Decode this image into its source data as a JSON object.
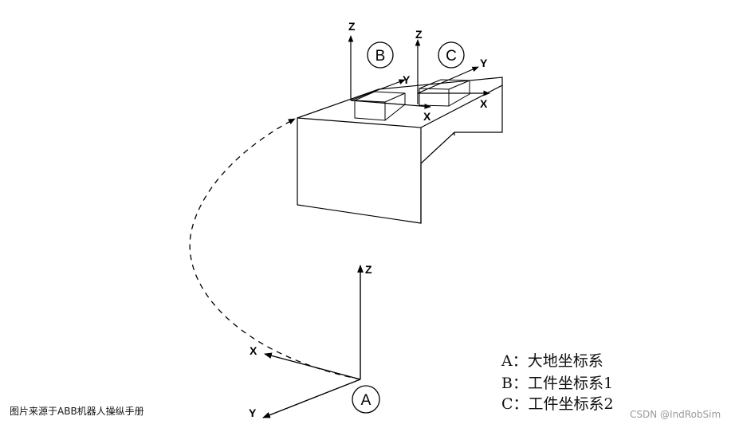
{
  "axes": {
    "world": {
      "x": "X",
      "y": "Y",
      "z": "Z",
      "origin": "A"
    },
    "workobject1": {
      "x": "X",
      "y": "Y",
      "z": "Z",
      "origin": "B"
    },
    "workobject2": {
      "x": "X",
      "y": "Y",
      "z": "Z",
      "origin": "C"
    }
  },
  "legend": [
    "A：大地坐标系",
    "B：工件坐标系1",
    "C：工件坐标系2"
  ],
  "caption": "图片来源于ABB机器人操纵手册",
  "watermark": "CSDN @IndRobSim",
  "colors": {
    "line": "#000000",
    "watermark": "#9a9a9a"
  }
}
